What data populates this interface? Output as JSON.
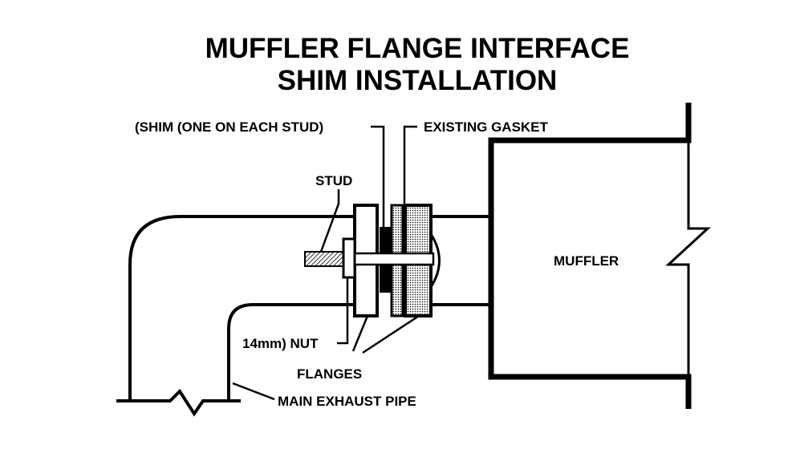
{
  "title": {
    "line1": "MUFFLER FLANGE INTERFACE",
    "line2": "SHIM INSTALLATION"
  },
  "labels": {
    "shim": "(SHIM (ONE ON EACH STUD)",
    "gasket": "EXISTING GASKET",
    "stud": "STUD",
    "muffler": "MUFFLER",
    "nut": "14mm) NUT",
    "flanges": "FLANGES",
    "exhaust_pipe": "MAIN EXHAUST PIPE"
  },
  "colors": {
    "ink": "#000000",
    "background": "#ffffff"
  }
}
